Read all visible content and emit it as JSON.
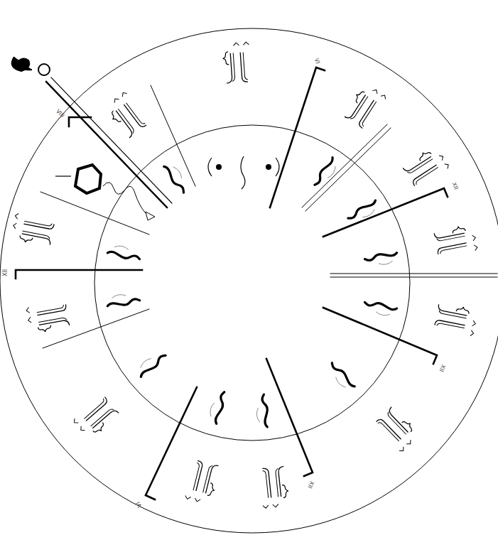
{
  "diagram": {
    "labels": [
      "VIII",
      "VI",
      "XII",
      "XII",
      "XII",
      "VI",
      "XII"
    ]
  }
}
